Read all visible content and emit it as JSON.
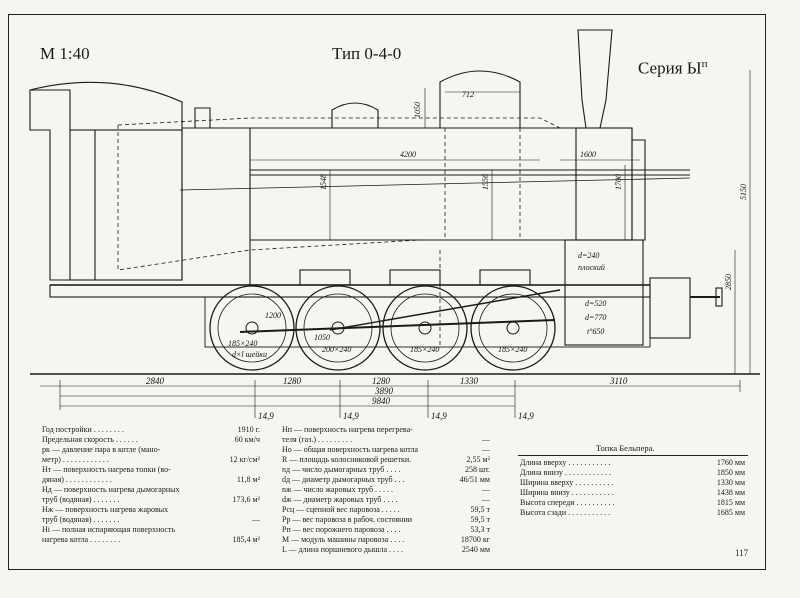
{
  "header": {
    "scale": "М 1:40",
    "type": "Тип 0-4-0",
    "series": "Серия Ы",
    "series_sup": "п"
  },
  "dimensions": {
    "d712": "712",
    "d1050": "1050",
    "d4200": "4200",
    "d1600": "1600",
    "d1548": "1548",
    "d1556": "1556",
    "d1700": "1700",
    "d5150": "5150",
    "d2850": "2850",
    "d2840": "2840",
    "d1280a": "1280",
    "d1280b": "1280",
    "d1330": "1330",
    "d3110": "3110",
    "d3890": "3890",
    "d9840": "9840",
    "d149a": "14,9",
    "d149b": "14,9",
    "d149c": "14,9",
    "d149d": "14,9",
    "d240": "d=240",
    "flat": "плоский",
    "d520": "d=520",
    "d770": "d=770",
    "t650": "t°650",
    "w1200": "1200",
    "w1050": "1050",
    "w185a": "185×240",
    "w200": "200×240",
    "w185b": "185×240",
    "w185c": "185×240",
    "axle": "d×l шейки"
  },
  "specs_left": [
    {
      "label": "Год постройки . . . . . . . .",
      "value": "1910 г."
    },
    {
      "label": "Предельная скорость . . . . . .",
      "value": "60 км/ч"
    },
    {
      "label": "pк — давление пара в котле (мано-",
      "value": ""
    },
    {
      "label": "        метр) . . . . . . . . . . . .",
      "value": "12 кг/см²"
    },
    {
      "label": "Hт — поверхность нагрева топки (во-",
      "value": ""
    },
    {
      "label": "        дяная) . . . . . . . . . . . .",
      "value": "11,8 м²"
    },
    {
      "label": "Hд — поверхность нагрева дымогарных",
      "value": ""
    },
    {
      "label": "        труб (водяная) . . . . . . .",
      "value": "173,6 м²"
    },
    {
      "label": "Hж — поверхность нагрева жаровых",
      "value": ""
    },
    {
      "label": "        труб (водяная) . . . . . . .",
      "value": "—"
    },
    {
      "label": "Hi — полная испаряющая поверхность",
      "value": ""
    },
    {
      "label": "        нагрева котла . . . . . . . .",
      "value": "185,4 м²"
    }
  ],
  "specs_mid": [
    {
      "label": "Hп — поверхность нагрева перегрева-",
      "value": ""
    },
    {
      "label": "        теля (газ.) . . . . . . . . .",
      "value": "—"
    },
    {
      "label": "Hо — общая поверхность нагрева котла",
      "value": "—"
    },
    {
      "label": "R — площадь колосниковой решетки.",
      "value": "2,55 м²"
    },
    {
      "label": "nд — число дымогарных труб . . . .",
      "value": "258 шт."
    },
    {
      "label": "dд — диаметр дымогарных труб . . .",
      "value": "46/51 мм"
    },
    {
      "label": "nж — число жаровых труб . . . . .",
      "value": "—"
    },
    {
      "label": "dж — диаметр жаровых труб . . . .",
      "value": "—"
    },
    {
      "label": "Pсц — сцепной вес паровоза . . . . .",
      "value": "59,5 т"
    },
    {
      "label": "Pр — вес паровоза в рабоч. состоянии",
      "value": "59,5 т"
    },
    {
      "label": "Pп — вес порожнего паровоза . . . .",
      "value": "53,3 т"
    },
    {
      "label": "M — модуль машины паровоза . . . .",
      "value": "18700 кг"
    },
    {
      "label": "L — длина поршневого дышла . . . .",
      "value": "2540 мм"
    }
  ],
  "belpaire": {
    "title": "Топка Бельпера.",
    "rows": [
      {
        "label": "Длина вверху . . . . . . . . . . .",
        "value": "1760 мм"
      },
      {
        "label": "Длина внизу . . . . . . . . . . . .",
        "value": "1850 мм"
      },
      {
        "label": "Ширина вверху . . . . . . . . . .",
        "value": "1330 мм"
      },
      {
        "label": "Ширина внизу . . . . . . . . . . .",
        "value": "1438 мм"
      },
      {
        "label": "Высота спереди . . . . . . . . . .",
        "value": "1815 мм"
      },
      {
        "label": "Высота сзади . . . . . . . . . . .",
        "value": "1685 мм"
      }
    ]
  },
  "page_number": "117"
}
